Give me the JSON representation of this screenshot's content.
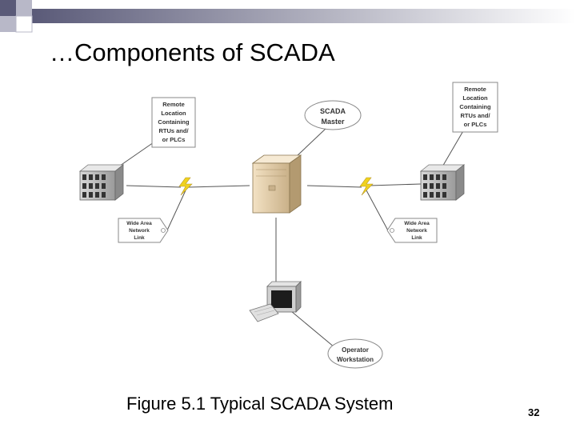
{
  "slide": {
    "title": "…Components of SCADA",
    "caption": "Figure 5.1 Typical SCADA System",
    "page_number": "32"
  },
  "diagram": {
    "remote_left": [
      "Remote",
      "Location",
      "Containing",
      "RTUs and/",
      "or PLCs"
    ],
    "remote_right": [
      "Remote",
      "Location",
      "Containing",
      "RTUs and/",
      "or PLCs"
    ],
    "master": [
      "SCADA",
      "Master"
    ],
    "wan_left": [
      "Wide Area",
      "Network",
      "Link"
    ],
    "wan_right": [
      "Wide Area",
      "Network",
      "Link"
    ],
    "operator": [
      "Operator",
      "Workstation"
    ]
  },
  "colors": {
    "bar_gradient_start": "#5a5a78",
    "bar_gradient_end": "#ffffff",
    "bolt": "#f0d21e"
  }
}
